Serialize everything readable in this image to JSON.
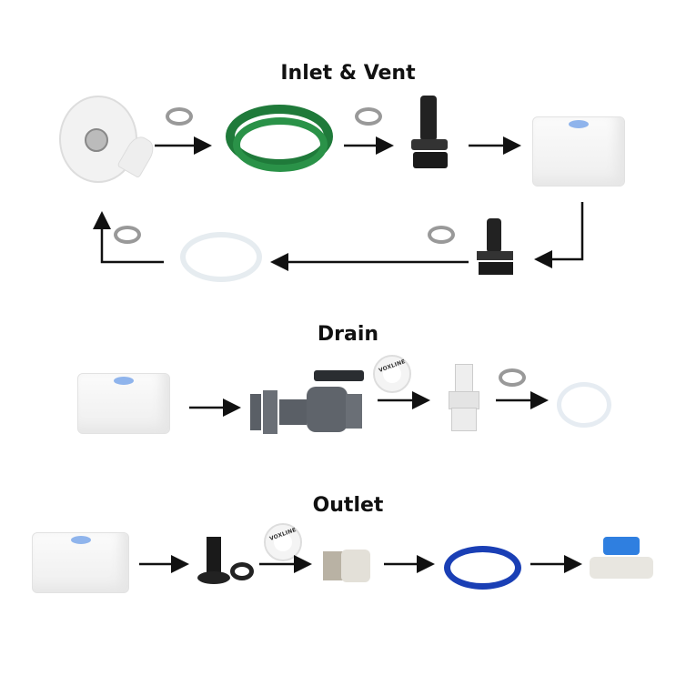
{
  "sections": [
    {
      "title": "Inlet & Vent"
    },
    {
      "title": "Drain"
    },
    {
      "title": "Outlet"
    }
  ],
  "tape_label": "VOXLINE",
  "colors": {
    "arrow": "#111111",
    "hose_green": "#1f7a3a",
    "hose_blue": "#1a3fb5",
    "tank_cap": "#8fb4ec",
    "valve_blue": "#2f7fe0",
    "valve_grey": "#5a5f66"
  }
}
